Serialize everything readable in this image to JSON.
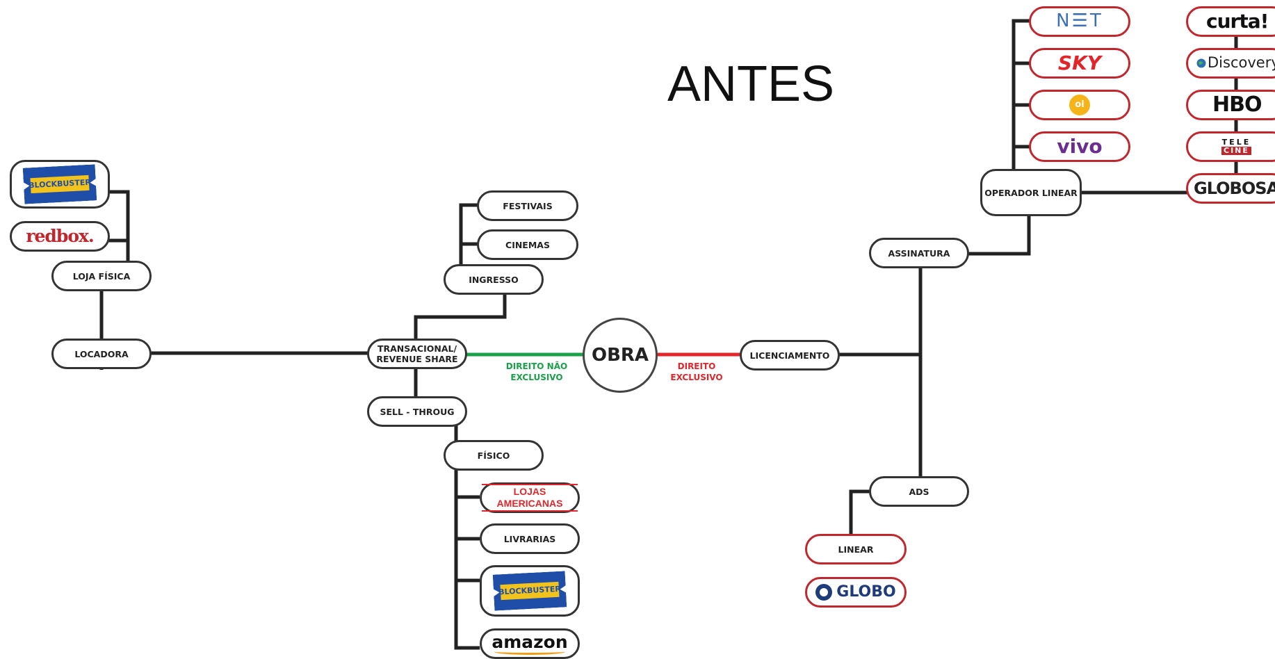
{
  "title": "ANTES",
  "center": "OBRA",
  "edges": {
    "left_label": "DIREITO NÃO EXCLUSIVO",
    "right_label": "DIREITO EXCLUSIVO",
    "left_color": "#1aa04a",
    "right_color": "#e0262b"
  },
  "left_branch": {
    "transacional": "TRANSACIONAL/ REVENUE SHARE",
    "ingresso": "INGRESSO",
    "festivais": "FESTIVAIS",
    "cinemas": "CINEMAS",
    "locadora": "LOCADORA",
    "loja_fisica": "LOJA FÍSICA",
    "sell_through": "SELL - THROUG",
    "fisico": "FÍSICO",
    "livrarias": "LIVRARIAS",
    "logos": {
      "blockbuster": "BLOCKBUSTER",
      "redbox": "redbox.",
      "lojas_americanas": "LOJAS AMERICANAS",
      "amazon": "amazon"
    }
  },
  "right_branch": {
    "licenciamento": "LICENCIAMENTO",
    "assinatura": "ASSINATURA",
    "operador_linear": "OPERADOR LINEAR",
    "ads": "ADS",
    "linear": "LINEAR",
    "logos": {
      "net": "N☰T",
      "sky": "SKY",
      "oi": "oi",
      "vivo": "vivo",
      "curta": "curta!",
      "discovery": "Discovery",
      "hbo": "HBO",
      "telecine_top": "TELE",
      "telecine_bottom": "CINE",
      "globosat": "GLOBOSAT",
      "globo": "GLOBO"
    }
  }
}
